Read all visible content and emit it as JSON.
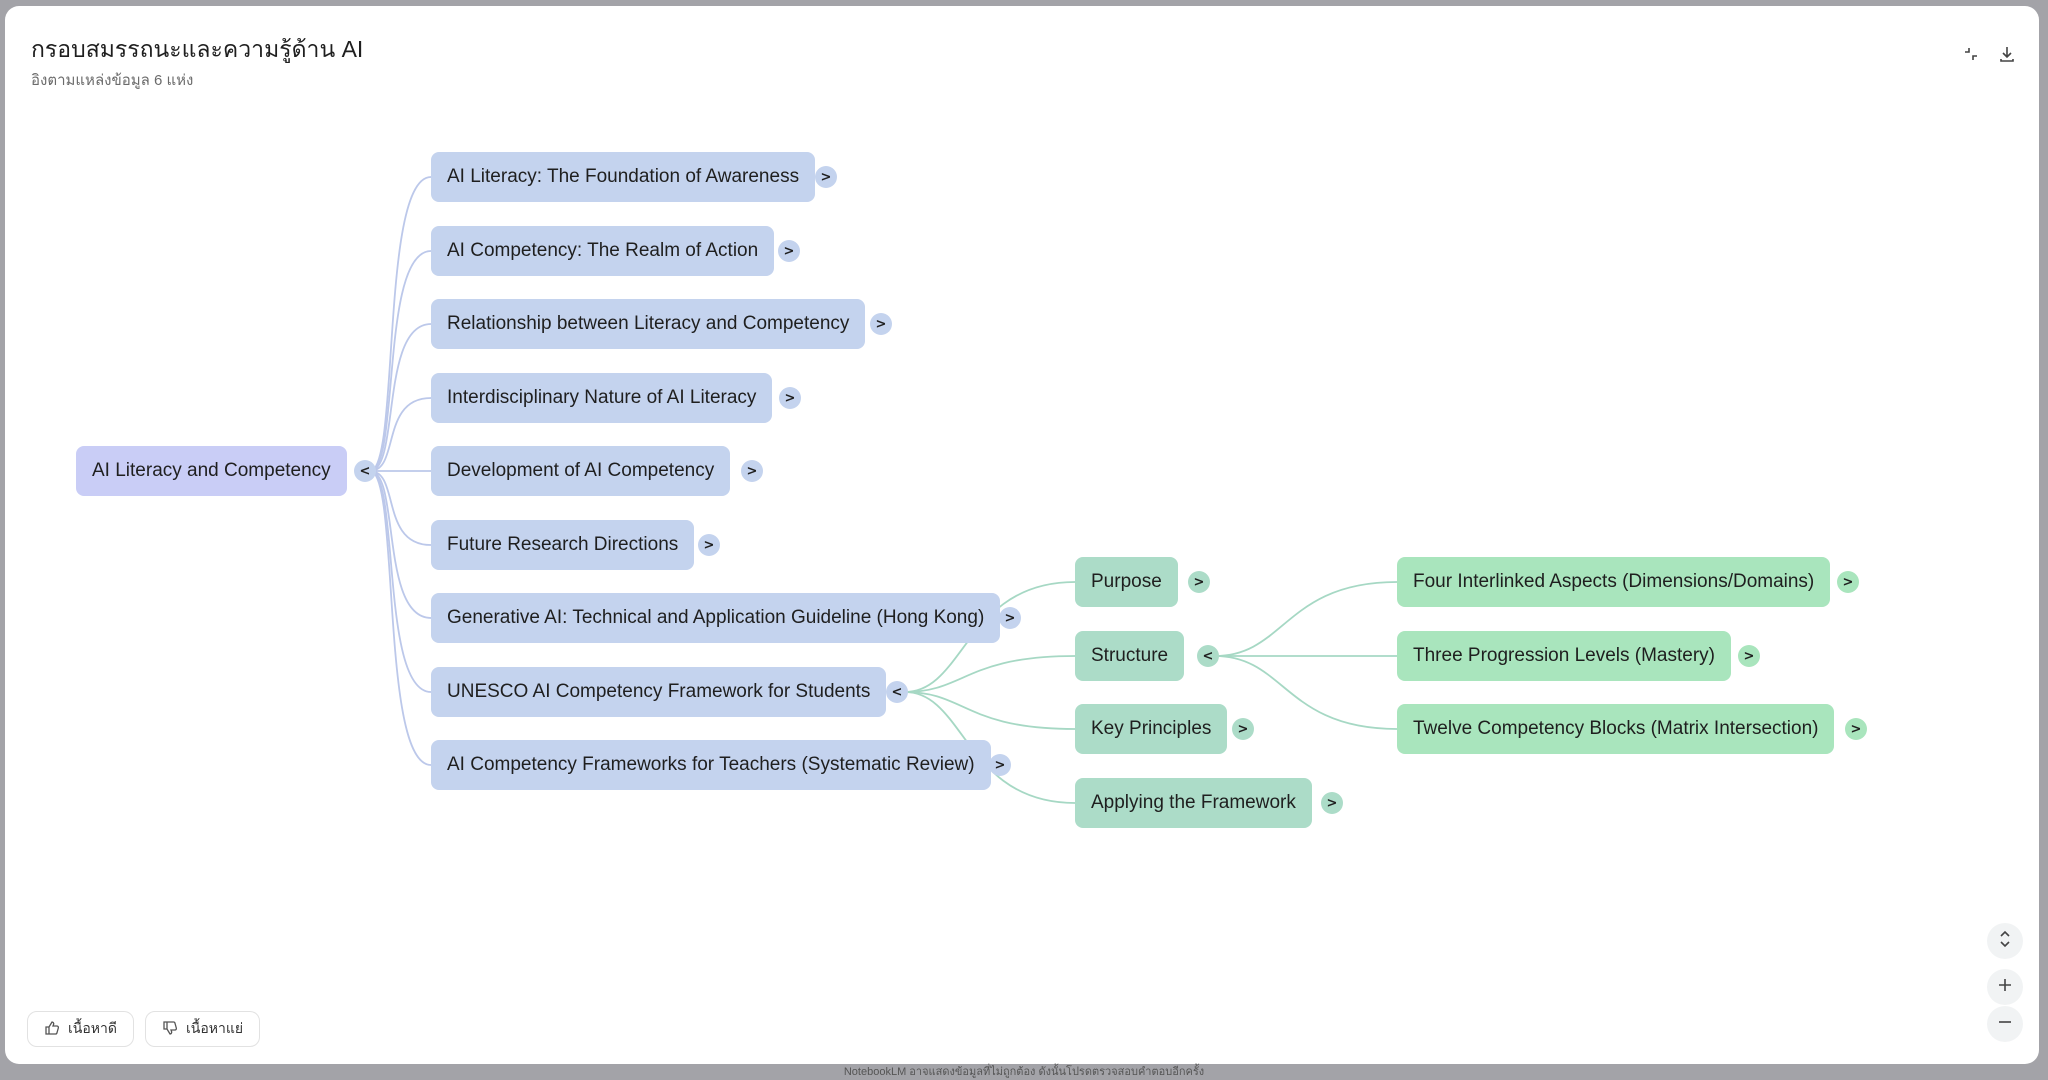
{
  "header": {
    "title": "กรอบสมรรถนะและความรู้ด้าน AI",
    "subtitle": "อิงตามแหล่งข้อมูล 6 แห่ง"
  },
  "icons": {
    "collapse": "collapse-icon",
    "download": "download-icon",
    "thumbs_up": "thumbs-up-icon",
    "thumbs_down": "thumbs-down-icon",
    "expand_collapse_all": "expand-collapse-icon",
    "zoom_in": "plus-icon",
    "zoom_out": "minus-icon"
  },
  "mindmap": {
    "root": {
      "label": "AI Literacy and Competency",
      "toggle": "<"
    },
    "level1": [
      {
        "label": "AI Literacy: The Foundation of Awareness",
        "toggle": ">"
      },
      {
        "label": "AI Competency: The Realm of Action",
        "toggle": ">"
      },
      {
        "label": "Relationship between Literacy and Competency",
        "toggle": ">"
      },
      {
        "label": "Interdisciplinary Nature of AI Literacy",
        "toggle": ">"
      },
      {
        "label": "Development of AI Competency",
        "toggle": ">"
      },
      {
        "label": "Future Research Directions",
        "toggle": ">"
      },
      {
        "label": "Generative AI: Technical and Application Guideline (Hong Kong)",
        "toggle": ">"
      },
      {
        "label": "UNESCO AI Competency Framework for Students",
        "toggle": "<"
      },
      {
        "label": "AI Competency Frameworks for Teachers (Systematic Review)",
        "toggle": ">"
      }
    ],
    "level2": [
      {
        "label": "Purpose",
        "toggle": ">"
      },
      {
        "label": "Structure",
        "toggle": "<"
      },
      {
        "label": "Key Principles",
        "toggle": ">"
      },
      {
        "label": "Applying the Framework",
        "toggle": ">"
      }
    ],
    "level3": [
      {
        "label": "Four Interlinked Aspects (Dimensions/Domains)",
        "toggle": ">"
      },
      {
        "label": "Three Progression Levels (Mastery)",
        "toggle": ">"
      },
      {
        "label": "Twelve Competency Blocks (Matrix Intersection)",
        "toggle": ">"
      }
    ]
  },
  "feedback": {
    "good_label": "เนื้อหาดี",
    "bad_label": "เนื้อหาแย่"
  },
  "footer": {
    "note": "NotebookLM อาจแสดงข้อมูลที่ไม่ถูกต้อง ดังนั้นโปรดตรวจสอบคำตอบอีกครั้ง"
  },
  "colors": {
    "root": "#c9cdf6",
    "level1": "#c4d3ee",
    "level2": "#acdcc8",
    "level3": "#a9e5bd",
    "edge_blue": "#bcc8ea",
    "edge_green": "#a6d8c4"
  }
}
